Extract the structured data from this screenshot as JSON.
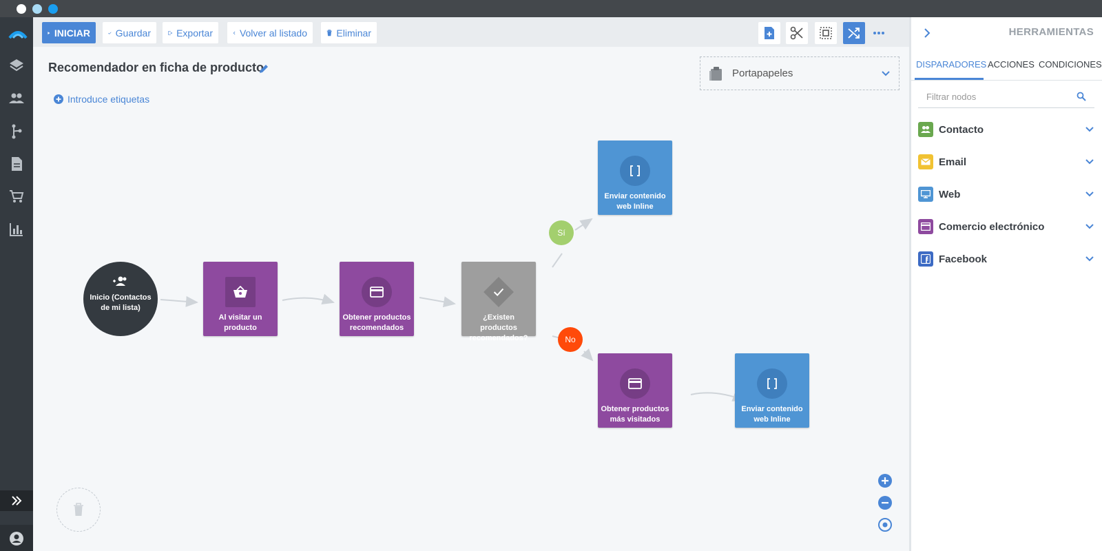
{
  "window": {
    "dots": [
      "#ffffff",
      "#a9dbf5",
      "#1a9ef0"
    ]
  },
  "toolbar": {
    "start_label": "INICIAR",
    "save_label": "Guardar",
    "export_label": "Exportar",
    "back_label": "Volver al listado",
    "delete_label": "Eliminar"
  },
  "flow": {
    "title": "Recomendador en ficha de producto",
    "tags_label": "Introduce etiquetas",
    "clipboard_label": "Portapapeles",
    "nodes": {
      "start": {
        "label": "Inicio (Contactos de mi lista)",
        "icon": "group-add-icon"
      },
      "visit_product": {
        "label": "Al visitar un producto",
        "icon": "basket-icon",
        "color": "#8e4a9f"
      },
      "get_recommended": {
        "label": "Obtener productos recomendados",
        "icon": "card-icon",
        "color": "#8e4a9f"
      },
      "exist_condition": {
        "label": "¿Existen productos recomendados?",
        "icon": "check-diamond-icon",
        "color": "#9e9e9e"
      },
      "send_inline_top": {
        "label": "Enviar contenido web Inline",
        "icon": "brackets-icon",
        "color": "#4f95d4"
      },
      "get_most_visited": {
        "label": "Obtener productos más visitados",
        "icon": "card-icon",
        "color": "#8e4a9f"
      },
      "send_inline_bottom": {
        "label": "Enviar contenido web Inline",
        "icon": "brackets-icon",
        "color": "#4f95d4"
      }
    },
    "yes_label": "Sí",
    "no_label": "No",
    "yes_color": "#a3cf6e",
    "no_color": "#ff4a0a"
  },
  "panel": {
    "title": "HERRAMIENTAS",
    "tabs": [
      {
        "label": "DISPARADORES",
        "active": true
      },
      {
        "label": "ACCIONES",
        "active": false
      },
      {
        "label": "CONDICIONES",
        "active": false
      }
    ],
    "filter_placeholder": "Filtrar nodos",
    "categories": [
      {
        "label": "Contacto",
        "icon": "people-icon",
        "color": "#6aa84f"
      },
      {
        "label": "Email",
        "icon": "envelope-icon",
        "color": "#f1c232"
      },
      {
        "label": "Web",
        "icon": "monitor-icon",
        "color": "#4f95d4"
      },
      {
        "label": "Comercio electrónico",
        "icon": "card-icon",
        "color": "#8e4a9f"
      },
      {
        "label": "Facebook",
        "icon": "facebook-icon",
        "color": "#3d6bc4"
      }
    ]
  },
  "colors": {
    "accent": "#4a86d6",
    "rail": "#343a40"
  }
}
